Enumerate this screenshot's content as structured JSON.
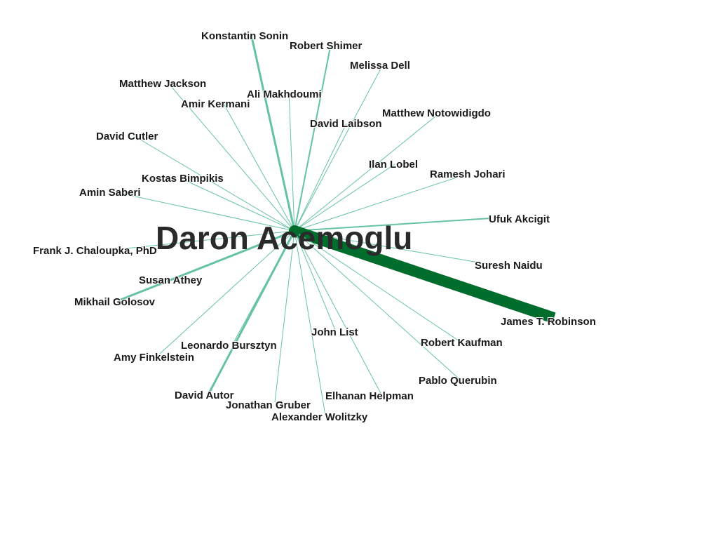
{
  "graph": {
    "center": {
      "name": "Daron Acemoglu"
    },
    "colors": {
      "edge": "#66c2a4",
      "strong_edge": "#006d2c",
      "center_node": "#006d2c"
    },
    "coauthors": [
      {
        "name": "Konstantin Sonin",
        "weight": 3
      },
      {
        "name": "Robert Shimer",
        "weight": 2
      },
      {
        "name": "Melissa Dell",
        "weight": 1
      },
      {
        "name": "Matthew Jackson",
        "weight": 1
      },
      {
        "name": "Ali Makhdoumi",
        "weight": 1
      },
      {
        "name": "Amir Kermani",
        "weight": 1
      },
      {
        "name": "Matthew Notowidigdo",
        "weight": 1
      },
      {
        "name": "David Laibson",
        "weight": 1
      },
      {
        "name": "David Cutler",
        "weight": 1
      },
      {
        "name": "Ilan Lobel",
        "weight": 1
      },
      {
        "name": "Ramesh Johari",
        "weight": 1
      },
      {
        "name": "Kostas  Bimpikis",
        "weight": 1
      },
      {
        "name": "Amin Saberi",
        "weight": 1
      },
      {
        "name": "Ufuk Akcigit",
        "weight": 2
      },
      {
        "name": "Frank J. Chaloupka, PhD",
        "weight": 1
      },
      {
        "name": "Suresh Naidu",
        "weight": 1
      },
      {
        "name": "Susan Athey",
        "weight": 1
      },
      {
        "name": "Mikhail Golosov",
        "weight": 3
      },
      {
        "name": "James T. Robinson",
        "weight": 22
      },
      {
        "name": "John List",
        "weight": 1
      },
      {
        "name": "Robert Kaufman",
        "weight": 1
      },
      {
        "name": "Leonardo Bursztyn",
        "weight": 1
      },
      {
        "name": "Amy Finkelstein",
        "weight": 1
      },
      {
        "name": "Pablo Querubin",
        "weight": 1
      },
      {
        "name": "David Autor",
        "weight": 3
      },
      {
        "name": "Elhanan Helpman",
        "weight": 1
      },
      {
        "name": "Jonathan Gruber",
        "weight": 1
      },
      {
        "name": "Alexander Wolitzky",
        "weight": 1
      }
    ]
  }
}
